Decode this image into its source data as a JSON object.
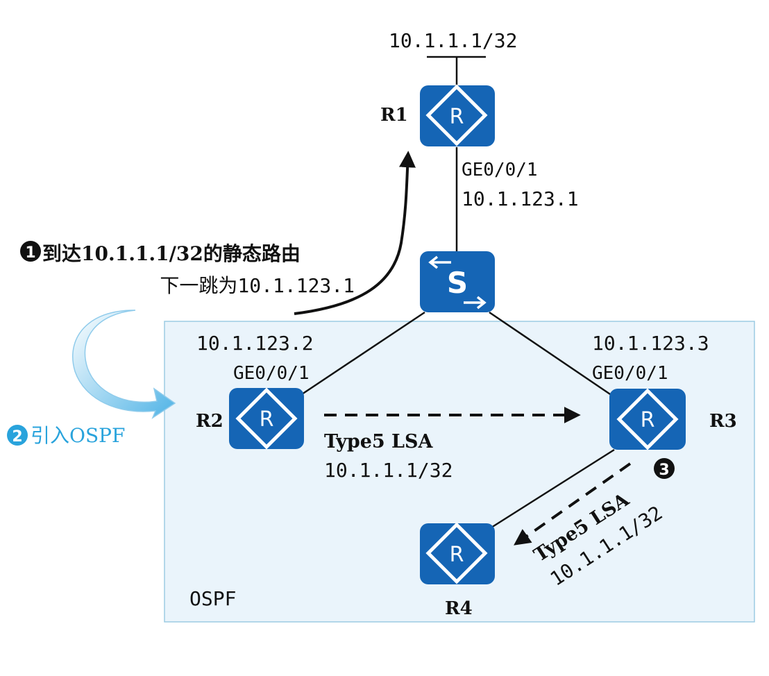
{
  "area": {
    "label": "OSPF"
  },
  "routers": {
    "r1": {
      "name": "R1",
      "icon": "R"
    },
    "r2": {
      "name": "R2",
      "icon": "R"
    },
    "r3": {
      "name": "R3",
      "icon": "R"
    },
    "r4": {
      "name": "R4",
      "icon": "R"
    }
  },
  "switch": {
    "icon": "S"
  },
  "labels": {
    "r1_loopback": "10.1.1.1/32",
    "r1_interface": "GE0/0/1",
    "r1_ip": "10.1.123.1",
    "r2_ip": "10.1.123.2",
    "r2_interface": "GE0/0/1",
    "r3_ip": "10.1.123.3",
    "r3_interface": "GE0/0/1",
    "lsa_r2_r3_type": "Type5 LSA",
    "lsa_r2_r3_prefix": "10.1.1.1/32",
    "lsa_r3_r4_type": "Type5 LSA",
    "lsa_r3_r4_prefix": "10.1.1.1/32"
  },
  "steps": [
    {
      "number": "1",
      "text": "到达10.1.1.1/32的静态路由",
      "subtext": "下一跳为10.1.123.1"
    },
    {
      "number": "2",
      "text": "引入OSPF"
    },
    {
      "number": "3"
    }
  ],
  "colors": {
    "router_fill": "#1565b5",
    "area_fill": "#eaf4fb",
    "area_stroke": "#9ccbe3",
    "step2_color": "#29a3dc",
    "line": "#111111"
  }
}
